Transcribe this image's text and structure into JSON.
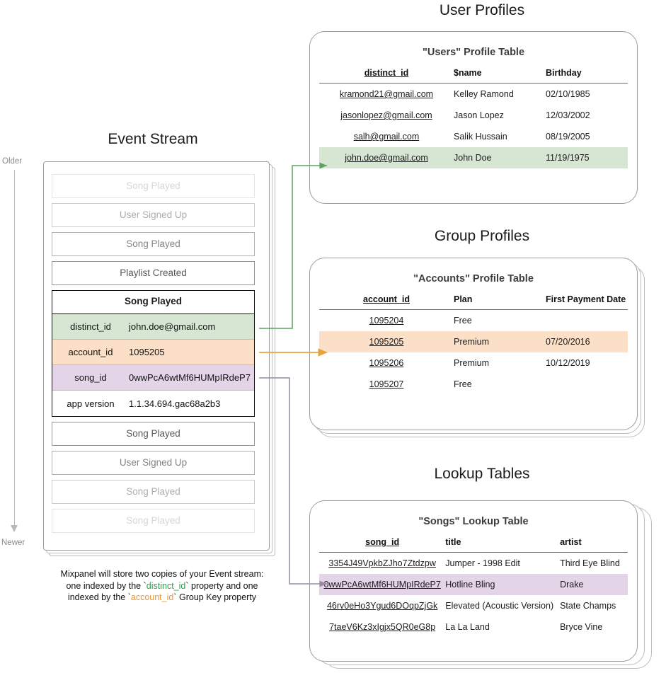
{
  "headings": {
    "user_profiles": "User Profiles",
    "group_profiles": "Group Profiles",
    "lookup_tables": "Lookup Tables",
    "event_stream": "Event Stream"
  },
  "timeline": {
    "older": "Older",
    "newer": "Newer"
  },
  "event_stream": {
    "rows_above": [
      {
        "label": "Song Played",
        "fade": "f25"
      },
      {
        "label": "User Signed Up",
        "fade": "f50"
      },
      {
        "label": "Song Played",
        "fade": "f70"
      },
      {
        "label": "Playlist Created",
        "fade": "f90"
      }
    ],
    "expanded_event": {
      "name": "Song Played",
      "properties": [
        {
          "key": "distinct_id",
          "value": "john.doe@gmail.com",
          "highlight": "green"
        },
        {
          "key": "account_id",
          "value": "1095205",
          "highlight": "orange"
        },
        {
          "key": "song_id",
          "value": "0wwPcA6wtMf6HUMpIRdeP7",
          "highlight": "purple"
        },
        {
          "key": "app version",
          "value": "1.1.34.694.gac68a2b3",
          "highlight": "none"
        }
      ]
    },
    "rows_below": [
      {
        "label": "Song Played",
        "fade": "f90"
      },
      {
        "label": "User Signed Up",
        "fade": "f70"
      },
      {
        "label": "Song Played",
        "fade": "f50"
      },
      {
        "label": "Song Played",
        "fade": "f25"
      }
    ]
  },
  "users_table": {
    "title": "\"Users\" Profile Table",
    "columns": [
      "distinct_id",
      "$name",
      "Birthday"
    ],
    "rows": [
      {
        "cells": [
          "kramond21@gmail.com",
          "Kelley Ramond",
          "02/10/1985"
        ],
        "highlight": "none"
      },
      {
        "cells": [
          "jasonlopez@gmail.com",
          "Jason Lopez",
          "12/03/2002"
        ],
        "highlight": "none"
      },
      {
        "cells": [
          "salh@gmail.com",
          "Salik Hussain",
          "08/19/2005"
        ],
        "highlight": "none"
      },
      {
        "cells": [
          "john.doe@gmail.com",
          "John Doe",
          "11/19/1975"
        ],
        "highlight": "green"
      }
    ]
  },
  "accounts_table": {
    "title": "\"Accounts\" Profile Table",
    "columns": [
      "account_id",
      "Plan",
      "First Payment Date"
    ],
    "rows": [
      {
        "cells": [
          "1095204",
          "Free",
          ""
        ],
        "highlight": "none"
      },
      {
        "cells": [
          "1095205",
          "Premium",
          "07/20/2016"
        ],
        "highlight": "orange"
      },
      {
        "cells": [
          "1095206",
          "Premium",
          "10/12/2019"
        ],
        "highlight": "none"
      },
      {
        "cells": [
          "1095207",
          "Free",
          ""
        ],
        "highlight": "none"
      }
    ]
  },
  "songs_table": {
    "title": "\"Songs\" Lookup Table",
    "columns": [
      "song_id",
      "title",
      "artist"
    ],
    "rows": [
      {
        "cells": [
          "3354J49VpkbZJho7Ztdzpw",
          "Jumper - 1998 Edit",
          "Third Eye Blind"
        ],
        "highlight": "none"
      },
      {
        "cells": [
          "0wwPcA6wtMf6HUMpIRdeP7",
          "Hotline Bling",
          "Drake"
        ],
        "highlight": "purple"
      },
      {
        "cells": [
          "46rv0eHo3Ygud6DOqpZjGk",
          "Elevated (Acoustic Version)",
          "State Champs"
        ],
        "highlight": "none"
      },
      {
        "cells": [
          "7taeV6Kz3xIgjx5QR0eG8p",
          "La La Land",
          "Bryce Vine"
        ],
        "highlight": "none"
      }
    ]
  },
  "caption": {
    "line1": "Mixpanel will store two copies of your Event stream:",
    "line2_a": "one indexed by the `",
    "line2_key": "distinct_id",
    "line2_b": "` property and one",
    "line3_a": "indexed by the `",
    "line3_key": "account_id",
    "line3_b": "` Group Key property"
  },
  "colors": {
    "green_highlight": "#d7e6d2",
    "orange_highlight": "#fbe0c7",
    "purple_highlight": "#e3d5e7",
    "green_connector": "#5aa35f",
    "orange_connector": "#e8a33d",
    "purple_connector": "#9b8aa5",
    "card_border": "#9d9d9d"
  }
}
